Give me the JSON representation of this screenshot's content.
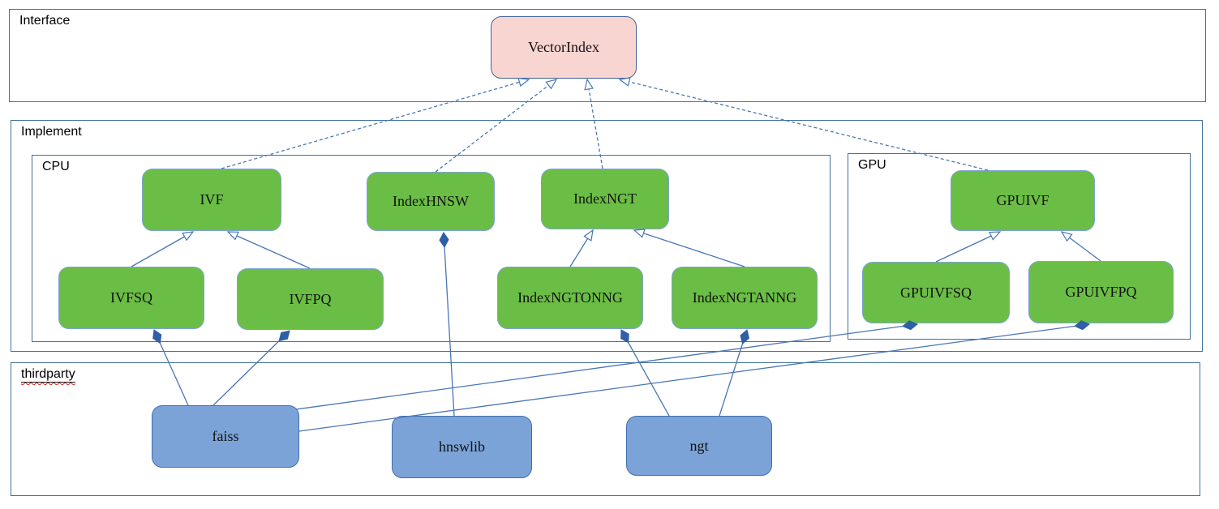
{
  "diagram": {
    "containers": {
      "interface": {
        "label": "Interface"
      },
      "implement": {
        "label": "Implement"
      },
      "cpu": {
        "label": "CPU"
      },
      "gpu": {
        "label": "GPU"
      },
      "thirdparty": {
        "label": "thirdparty"
      }
    },
    "nodes": {
      "vectorindex": {
        "label": "VectorIndex",
        "container": "interface"
      },
      "ivf": {
        "label": "IVF",
        "container": "cpu"
      },
      "indexhnsw": {
        "label": "IndexHNSW",
        "container": "cpu"
      },
      "indexngt": {
        "label": "IndexNGT",
        "container": "cpu"
      },
      "gpuivf": {
        "label": "GPUIVF",
        "container": "gpu"
      },
      "ivfsq": {
        "label": "IVFSQ",
        "container": "cpu"
      },
      "ivfpq": {
        "label": "IVFPQ",
        "container": "cpu"
      },
      "indexngtonng": {
        "label": "IndexNGTONNG",
        "container": "cpu"
      },
      "indexngtanng": {
        "label": "IndexNGTANNG",
        "container": "cpu"
      },
      "gpuivfsq": {
        "label": "GPUIVFSQ",
        "container": "gpu"
      },
      "gpuivfpq": {
        "label": "GPUIVFPQ",
        "container": "gpu"
      },
      "faiss": {
        "label": "faiss",
        "container": "thirdparty"
      },
      "hnswlib": {
        "label": "hnswlib",
        "container": "thirdparty"
      },
      "ngt": {
        "label": "ngt",
        "container": "thirdparty"
      }
    },
    "edges": [
      {
        "from": "IVF",
        "to": "VectorIndex",
        "relation": "realization"
      },
      {
        "from": "IndexHNSW",
        "to": "VectorIndex",
        "relation": "realization"
      },
      {
        "from": "IndexNGT",
        "to": "VectorIndex",
        "relation": "realization"
      },
      {
        "from": "GPUIVF",
        "to": "VectorIndex",
        "relation": "realization"
      },
      {
        "from": "IVFSQ",
        "to": "IVF",
        "relation": "generalization"
      },
      {
        "from": "IVFPQ",
        "to": "IVF",
        "relation": "generalization"
      },
      {
        "from": "IndexNGTONNG",
        "to": "IndexNGT",
        "relation": "generalization"
      },
      {
        "from": "IndexNGTANNG",
        "to": "IndexNGT",
        "relation": "generalization"
      },
      {
        "from": "GPUIVFSQ",
        "to": "GPUIVF",
        "relation": "generalization"
      },
      {
        "from": "GPUIVFPQ",
        "to": "GPUIVF",
        "relation": "generalization"
      },
      {
        "from": "faiss",
        "to": "IVFSQ",
        "relation": "composition"
      },
      {
        "from": "faiss",
        "to": "IVFPQ",
        "relation": "composition"
      },
      {
        "from": "faiss",
        "to": "GPUIVFSQ",
        "relation": "composition"
      },
      {
        "from": "faiss",
        "to": "GPUIVFPQ",
        "relation": "composition"
      },
      {
        "from": "hnswlib",
        "to": "IndexHNSW",
        "relation": "composition"
      },
      {
        "from": "ngt",
        "to": "IndexNGTONNG",
        "relation": "composition"
      },
      {
        "from": "ngt",
        "to": "IndexNGTANNG",
        "relation": "composition"
      }
    ],
    "colors": {
      "implementation_fill": "#6bbe45",
      "interface_fill": "#f9d5d2",
      "thirdparty_fill": "#7ba3d7",
      "connector": "#4876b5",
      "diamond_fill": "#2f5fa7",
      "container_border": "#41719c",
      "spellcheck_underline": "#cc1f1a"
    }
  }
}
